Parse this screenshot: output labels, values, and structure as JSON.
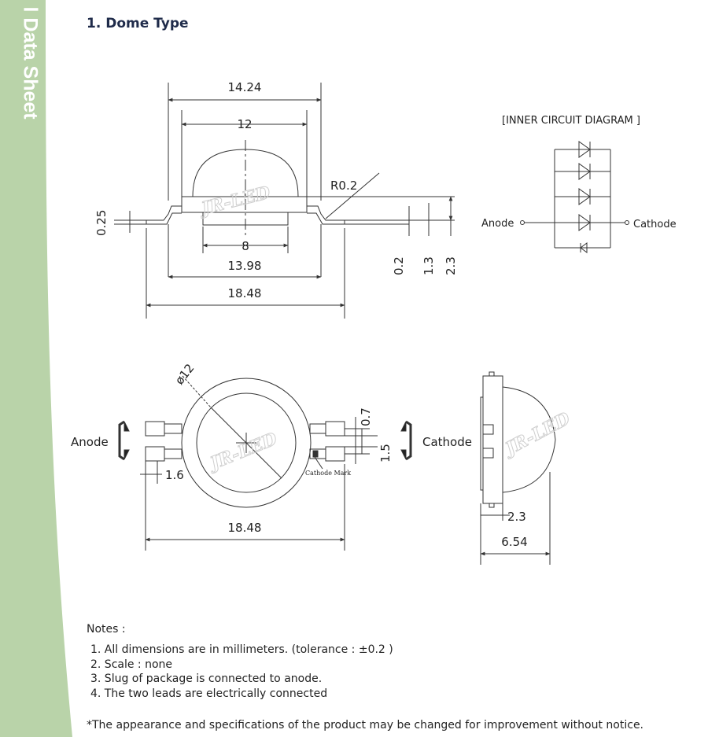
{
  "side_title": "l Data Sheet",
  "heading": "1. Dome Type",
  "colors": {
    "side_band": "#b9d3a9",
    "line": "#333333",
    "watermark": "#cfcfcf"
  },
  "top_view": {
    "dim_width_total": "14.24",
    "dim_dome": "12",
    "dim_radius": "R0.2",
    "dim_lead_thickness": "0.25",
    "dim_slug": "8",
    "dim_body": "13.98",
    "dim_overall": "18.48",
    "dim_h1": "0.2",
    "dim_h2": "1.3",
    "dim_h3": "2.3"
  },
  "circuit": {
    "title": "[INNER CIRCUIT DIAGRAM ]",
    "anode": "Anode",
    "cathode": "Cathode"
  },
  "front_view": {
    "anode": "Anode",
    "cathode": "Cathode",
    "dim_diameter": "ø12",
    "dim_pad_gap": "0.7",
    "dim_pad_pitch": "1.5",
    "dim_pad_width": "1.6",
    "dim_overall": "18.48",
    "cathode_mark": "Cathode Mark"
  },
  "side_view": {
    "dim_base": "2.3",
    "dim_total": "6.54"
  },
  "watermark": "JR-LED",
  "notes": {
    "title": "Notes :",
    "items": [
      "1. All dimensions are in millimeters. (tolerance : ±0.2 )",
      "2. Scale :  none",
      "3. Slug of package is connected to anode.",
      "4. The two leads are electrically connected"
    ]
  },
  "disclaimer": "*The appearance and specifications of the product may be changed for improvement without notice."
}
